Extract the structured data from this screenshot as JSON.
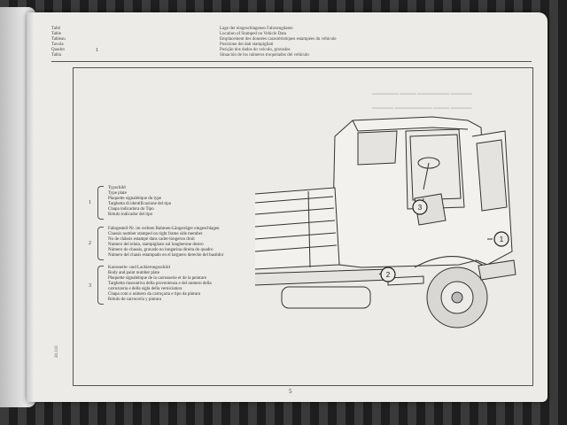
{
  "header_left": [
    "Tafel",
    "Table",
    "Tableau",
    "Tavola",
    "Quadro",
    "Tabla"
  ],
  "header_number": "1",
  "header_right": [
    "Lage der eingeschlagenen Fahrzeugdaten",
    "Location of Stamped on Vehicle Data",
    "Emplacement des données caractéristiques estampées du véhicule",
    "Posizione dei dati stampigliati",
    "Posição dos dados do veículo, gravados",
    "Situación de los números troquelados del vehículo"
  ],
  "legend": [
    {
      "number": "1",
      "lines": [
        "Typschild",
        "Type plate",
        "Plaquette signalétique du type",
        "Targhetta di identificazione del tipo",
        "Chapa indicadora do Tipo",
        "Rótulo indicador del tipo"
      ]
    },
    {
      "number": "2",
      "lines": [
        "Fahrgestell-Nr. im rechten Rahmen-Längsträger eingeschlagen",
        "Chassis number stamped on right frame side member",
        "No de châssis estampé dans cadre-longeron droit",
        "Numero del telaio, stampigliato sul longherone destro",
        "Número do chassis, gravado no longarina direita do quadro",
        "Número del chasis estampado en el larguero derecho del bastidor"
      ]
    },
    {
      "number": "3",
      "lines": [
        "Karosserie- und Lackierungsschild",
        "Body and paint number plate",
        "Plaquette signalétique de la carrosserie et de la peinture",
        "Targhetta riassuntiva della provenienza e del numero della",
        "carrozzeria e della sigla della verniciatura",
        "Chapa com o número da carroçaria e tipo da pintura",
        "Rótulo de carrocería y pintura"
      ]
    }
  ],
  "callouts": [
    "1",
    "2",
    "3"
  ],
  "page_number": "5",
  "side_text": "20.110"
}
